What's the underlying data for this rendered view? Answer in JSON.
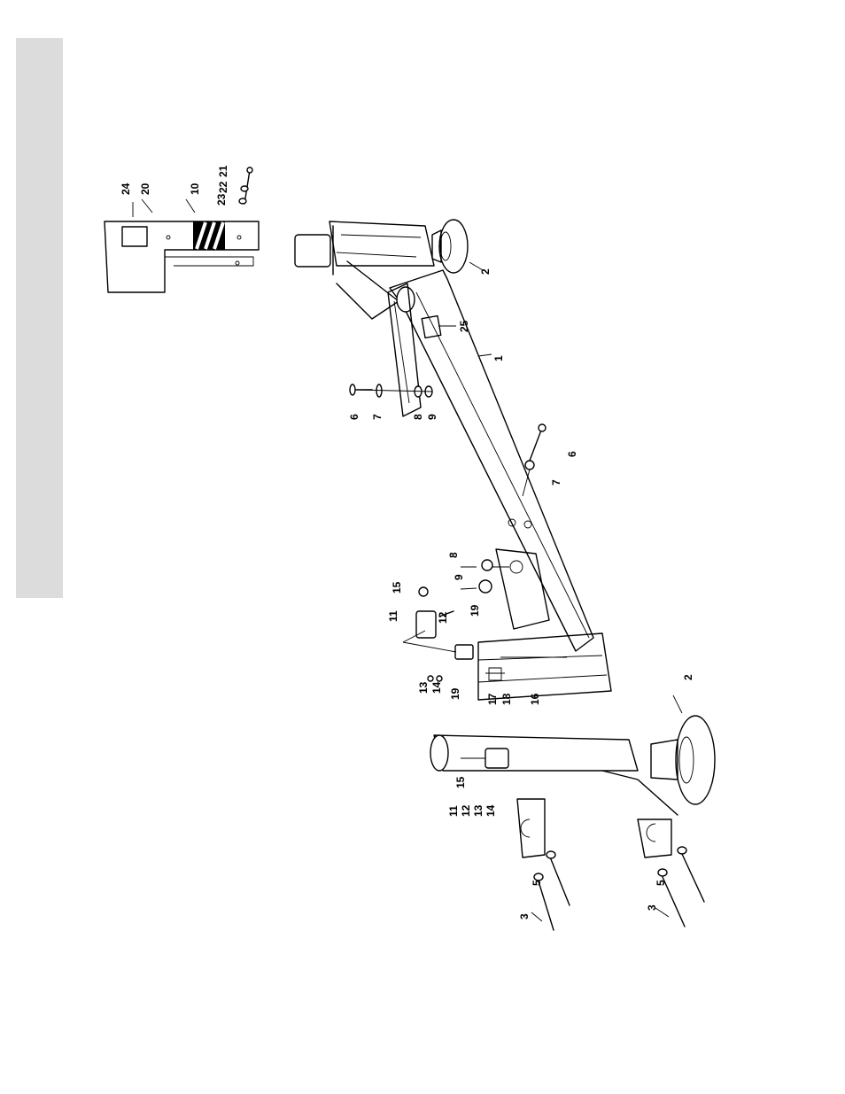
{
  "page": {
    "background_color": "#ffffff",
    "sidebar_strip_color": "#dcdcdc",
    "ink_color": "#000000"
  },
  "callouts": {
    "c1": "1",
    "c2a": "2",
    "c2b": "2",
    "c3a": "3",
    "c3b": "3",
    "c5a": "5",
    "c5b": "5",
    "c6a": "6",
    "c6b": "6",
    "c7a": "7",
    "c7b": "7",
    "c8a": "8",
    "c8b": "8",
    "c9a": "9",
    "c9b": "9",
    "c10": "10",
    "c11a": "11",
    "c11b": "11",
    "c12a": "12",
    "c12b": "12",
    "c13a": "13",
    "c13b": "13",
    "c14a": "14",
    "c14b": "14",
    "c15a": "15",
    "c15b": "15",
    "c16": "16",
    "c17": "17",
    "c18": "18",
    "c19a": "19",
    "c19b": "19",
    "c20": "20",
    "c21": "21",
    "c22": "22",
    "c23": "23",
    "c24": "24",
    "c25": "25"
  }
}
